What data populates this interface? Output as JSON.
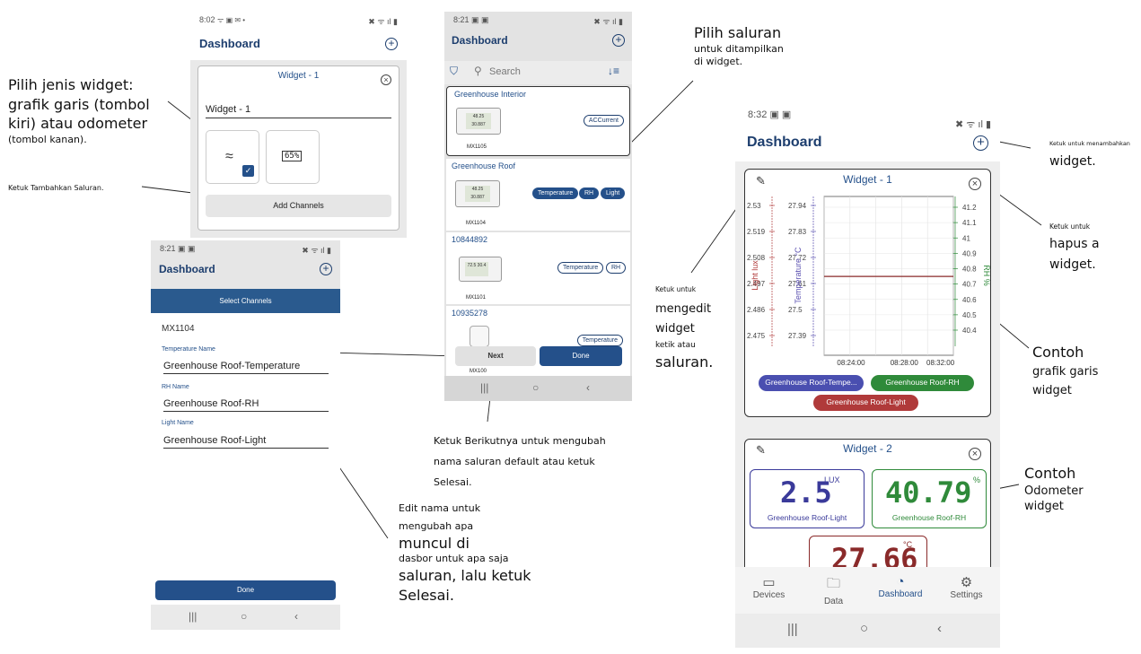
{
  "annotations": {
    "widget_type": [
      "Pilih jenis widget:",
      "grafik garis (tombol",
      "kiri) atau odometer",
      "(tombol kanan)."
    ],
    "add_channels": "Ketuk Tambahkan Saluran.",
    "pick_channel": [
      "Pilih saluran",
      "untuk ditampilkan",
      "di widget."
    ],
    "next_done": [
      "Ketuk Berikutnya untuk mengubah",
      "nama saluran default atau ketuk",
      "Selesai."
    ],
    "edit_names": [
      "Edit nama untuk",
      "mengubah apa",
      "muncul di",
      "dasbor untuk apa saja",
      "saluran, lalu ketuk",
      "Selesai."
    ],
    "add_widget": [
      "Ketuk untuk menambahkan",
      "widget."
    ],
    "delete_widget": [
      "Ketuk untuk",
      "hapus a",
      "widget."
    ],
    "edit_widget": [
      "Ketuk untuk",
      "mengedit",
      "widget",
      "ketik atau",
      "saluran."
    ],
    "line_example": [
      "Contoh",
      "grafik garis",
      "widget"
    ],
    "odo_example": [
      "Contoh",
      "Odometer",
      "widget"
    ]
  },
  "screen1": {
    "time": "8:02",
    "title": "Dashboard",
    "card_title": "Widget - 1",
    "name_value": "Widget - 1",
    "odometer_icon_text": "65%",
    "add_button": "Add Channels"
  },
  "screen2": {
    "time": "8:21",
    "title": "Dashboard",
    "header": "Select Channels",
    "device": "MX1104",
    "fields": [
      {
        "label": "Temperature Name",
        "value": "Greenhouse Roof-Temperature"
      },
      {
        "label": "RH Name",
        "value": "Greenhouse Roof-RH"
      },
      {
        "label": "Light Name",
        "value": "Greenhouse Roof-Light"
      }
    ],
    "done_button": "Done"
  },
  "screen3": {
    "time": "8:21",
    "title": "Dashboard",
    "search_placeholder": "Search",
    "devices": [
      {
        "name": "Greenhouse Interior",
        "model": "MX1105",
        "lcd": "48.25 30.887",
        "channels": [
          "ACCurrent"
        ],
        "selected": []
      },
      {
        "name": "Greenhouse Roof",
        "model": "MX1104",
        "lcd": "48.25 30.887",
        "channels": [
          "Temperature",
          "RH",
          "Light"
        ],
        "selected": [
          "Temperature",
          "RH",
          "Light"
        ]
      },
      {
        "name": "10844892",
        "model": "MX1101",
        "lcd": "72.5 30.4",
        "channels": [
          "Temperature",
          "RH"
        ],
        "selected": []
      },
      {
        "name": "10935278",
        "model": "MX100",
        "lcd": "",
        "channels": [
          "Temperature"
        ],
        "selected": []
      }
    ],
    "next_button": "Next",
    "done_button": "Done"
  },
  "screen4": {
    "time": "8:32",
    "title": "Dashboard",
    "widget1_title": "Widget - 1",
    "widget2_title": "Widget - 2",
    "chips": [
      "Greenhouse Roof-Tempe...",
      "Greenhouse Roof-RH",
      "Greenhouse Roof-Light"
    ],
    "odometers": [
      {
        "value": "2.5",
        "unit": "LUX",
        "label": "Greenhouse Roof-Light"
      },
      {
        "value": "40.79",
        "unit": "%",
        "label": "Greenhouse Roof-RH"
      },
      {
        "value": "27.66",
        "unit": "°C",
        "label": ""
      }
    ],
    "nav": [
      "Devices",
      "Data",
      "Dashboard",
      "Settings"
    ]
  },
  "chart_data": {
    "type": "line",
    "title": "Widget - 1",
    "x": [
      "08:24:00",
      "08:28:00",
      "08:32:00"
    ],
    "y_axes": [
      {
        "label": "Light lux",
        "ticks": [
          "2.53",
          "2.519",
          "2.508",
          "2.497",
          "2.486",
          "2.475"
        ],
        "color": "#b03a3a"
      },
      {
        "label": "Temperature °C",
        "ticks": [
          "27.94",
          "27.83",
          "27.72",
          "27.61",
          "27.5",
          "27.39"
        ],
        "color": "#5a4fb0"
      },
      {
        "label": "RH %",
        "ticks": [
          "41.2",
          "41.1",
          "41",
          "40.9",
          "40.8",
          "40.7",
          "40.6",
          "40.5",
          "40.4"
        ],
        "color": "#2f8a3a"
      }
    ],
    "series": [
      {
        "name": "Greenhouse Roof-Light",
        "values": [
          2.5,
          2.5,
          2.5
        ],
        "color": "#8a2a2a"
      }
    ],
    "grid": true
  },
  "colors": {
    "brand": "#1d3e6e",
    "header_blue": "#24508a",
    "temp": "#4a4fb0",
    "rh": "#2f8a3a",
    "light": "#b03a3a"
  }
}
